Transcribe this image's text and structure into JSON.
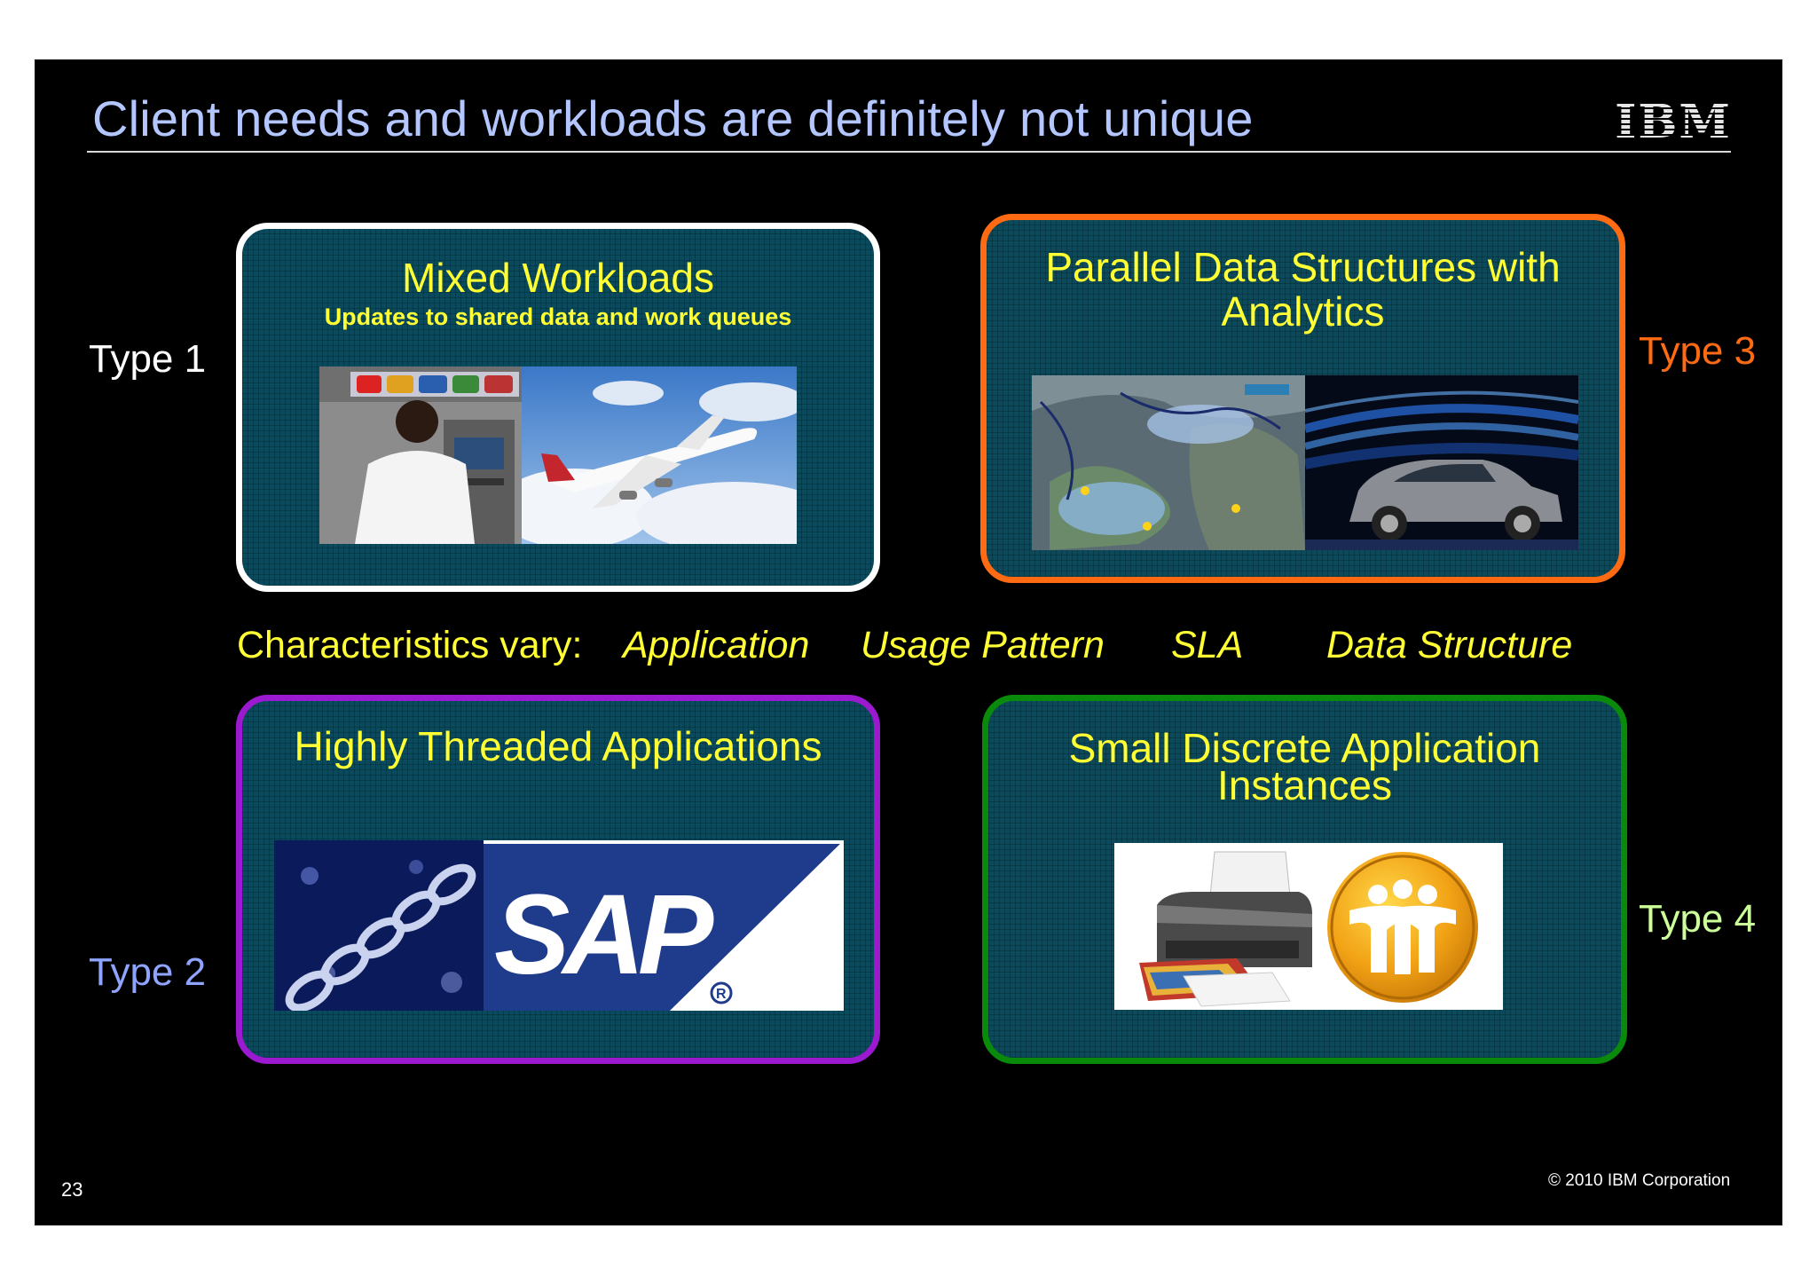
{
  "slide": {
    "title": "Client needs and workloads are definitely not unique",
    "logo": "IBM",
    "page_number": "23",
    "copyright": "© 2010 IBM Corporation"
  },
  "types": {
    "type1": "Type 1",
    "type2": "Type 2",
    "type3": "Type 3",
    "type4": "Type 4"
  },
  "boxes": {
    "mixed": {
      "title": "Mixed Workloads",
      "subtitle": "Updates to shared data and work queues",
      "images": [
        "atm-photo",
        "airplane-photo"
      ]
    },
    "parallel": {
      "title_line1": "Parallel Data Structures with",
      "title_line2": "Analytics",
      "images": [
        "weather-map-photo",
        "car-wind-tunnel-photo"
      ]
    },
    "threaded": {
      "title": "Highly Threaded Applications",
      "images": [
        "chain-photo",
        "sap-logo"
      ]
    },
    "discrete": {
      "title_line1": "Small Discrete Application",
      "title_line2": "Instances",
      "images": [
        "printer-photo",
        "lotus-sametime-logo"
      ]
    }
  },
  "characteristics": {
    "label": "Characteristics vary:",
    "items": [
      "Application",
      "Usage Pattern",
      "SLA",
      "Data Structure"
    ]
  },
  "colors": {
    "title": "#b3c6ff",
    "box_fill": "#0a4a5c",
    "highlight_text": "#ffff33",
    "type1": "#ffffff",
    "type2": "#8fa4ff",
    "type3": "#ff6a13",
    "type4": "#ccff99"
  }
}
